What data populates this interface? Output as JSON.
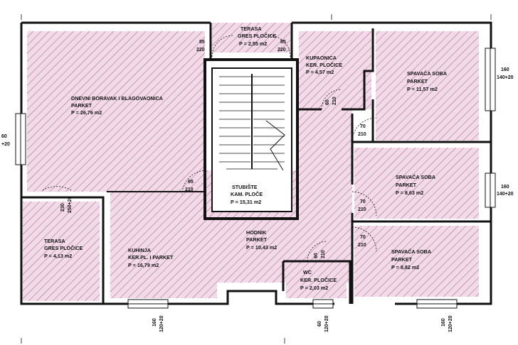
{
  "plan": {
    "colors": {
      "room_fill": "#f1dbe9",
      "hatch": "#b0527f",
      "wall": "#111111",
      "background": "#ffffff"
    },
    "rooms": {
      "dnevni": {
        "name": "DNEVNI BORAVAK I BLAGOVAONICA",
        "floor": "PARKET",
        "area": "P = 26,76 m2"
      },
      "terasa_top": {
        "name": "TERASA",
        "floor": "GRES PLOČICE",
        "area": "P = 2,55 m2"
      },
      "kupaonica": {
        "name": "KUPAONICA",
        "floor": "KER. PLOČICE",
        "area": "P = 4,57 m2"
      },
      "spavaca1": {
        "name": "SPAVAĆA SOBA",
        "floor": "PARKET",
        "area": "P = 11,57 m2"
      },
      "spavaca2": {
        "name": "SPAVAĆA SOBA",
        "floor": "PARKET",
        "area": "P = 8,63 m2"
      },
      "spavaca3": {
        "name": "SPAVAĆA SOBA",
        "floor": "PARKET",
        "area": "P = 8,82 m2"
      },
      "stubiste": {
        "name": "STUBIŠTE",
        "floor": "KAM. PLOČE",
        "area": "P = 15,31 m2"
      },
      "terasa_left": {
        "name": "TERASA",
        "floor": "GRES PLOČICE",
        "area": "P = 4,13 m2"
      },
      "kuhinja": {
        "name": "KUHINJA",
        "floor": "KER.PL. I PARKET",
        "area": "P = 16,79 m2"
      },
      "hodnik": {
        "name": "HODNIK",
        "floor": "PARKET",
        "area": "P = 10,43 m2"
      },
      "wc": {
        "name": "WC",
        "floor": "KER. PLOČICE",
        "area": "P = 2,03 m2"
      }
    },
    "dims": {
      "d85a_top": "85",
      "d85a_bot": "220",
      "d85b_top": "85",
      "d85b_bot": "220",
      "d160_right1_top": "160",
      "d160_right1_bot": "140+20",
      "d160_right2_top": "160",
      "d160_right2_bot": "140+20",
      "d60_left_top": "60",
      "d60_left_bot": "+20",
      "d60_bath_top": "60",
      "d60_bath_bot": "210",
      "d70_1_top": "70",
      "d70_1_bot": "210",
      "d70_2_top": "70",
      "d70_2_bot": "210",
      "d70_3_top": "70",
      "d70_3_bot": "210",
      "d95_top": "95",
      "d95_bot": "210",
      "d230_top": "230",
      "d230_bot": "250+20",
      "d60_wc_top": "60",
      "d60_wc_bot": "210",
      "d160_bot1_top": "160",
      "d160_bot1_bot": "120+20",
      "d160_bot2_top": "160",
      "d160_bot2_bot": "120+20",
      "d60_bot_top": "60",
      "d60_bot_bot": "120+20"
    }
  }
}
